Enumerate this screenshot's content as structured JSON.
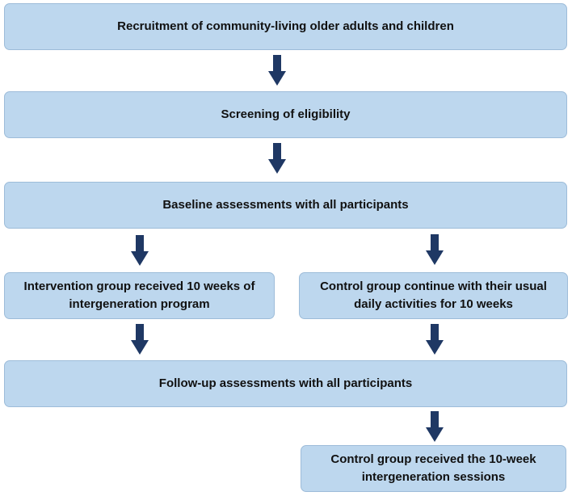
{
  "flowchart": {
    "steps": {
      "recruitment": "Recruitment of community-living older adults and children",
      "screening": "Screening of eligibility",
      "baseline": "Baseline assessments with all participants",
      "intervention": "Intervention group received 10 weeks of intergeneration program",
      "control": "Control group continue with their usual daily activities for 10 weeks",
      "followup": "Follow-up assessments with all participants",
      "control_received": "Control group received the 10-week intergeneration sessions"
    },
    "arrow_color": "#1f3864",
    "box_color": "#bdd7ee"
  }
}
